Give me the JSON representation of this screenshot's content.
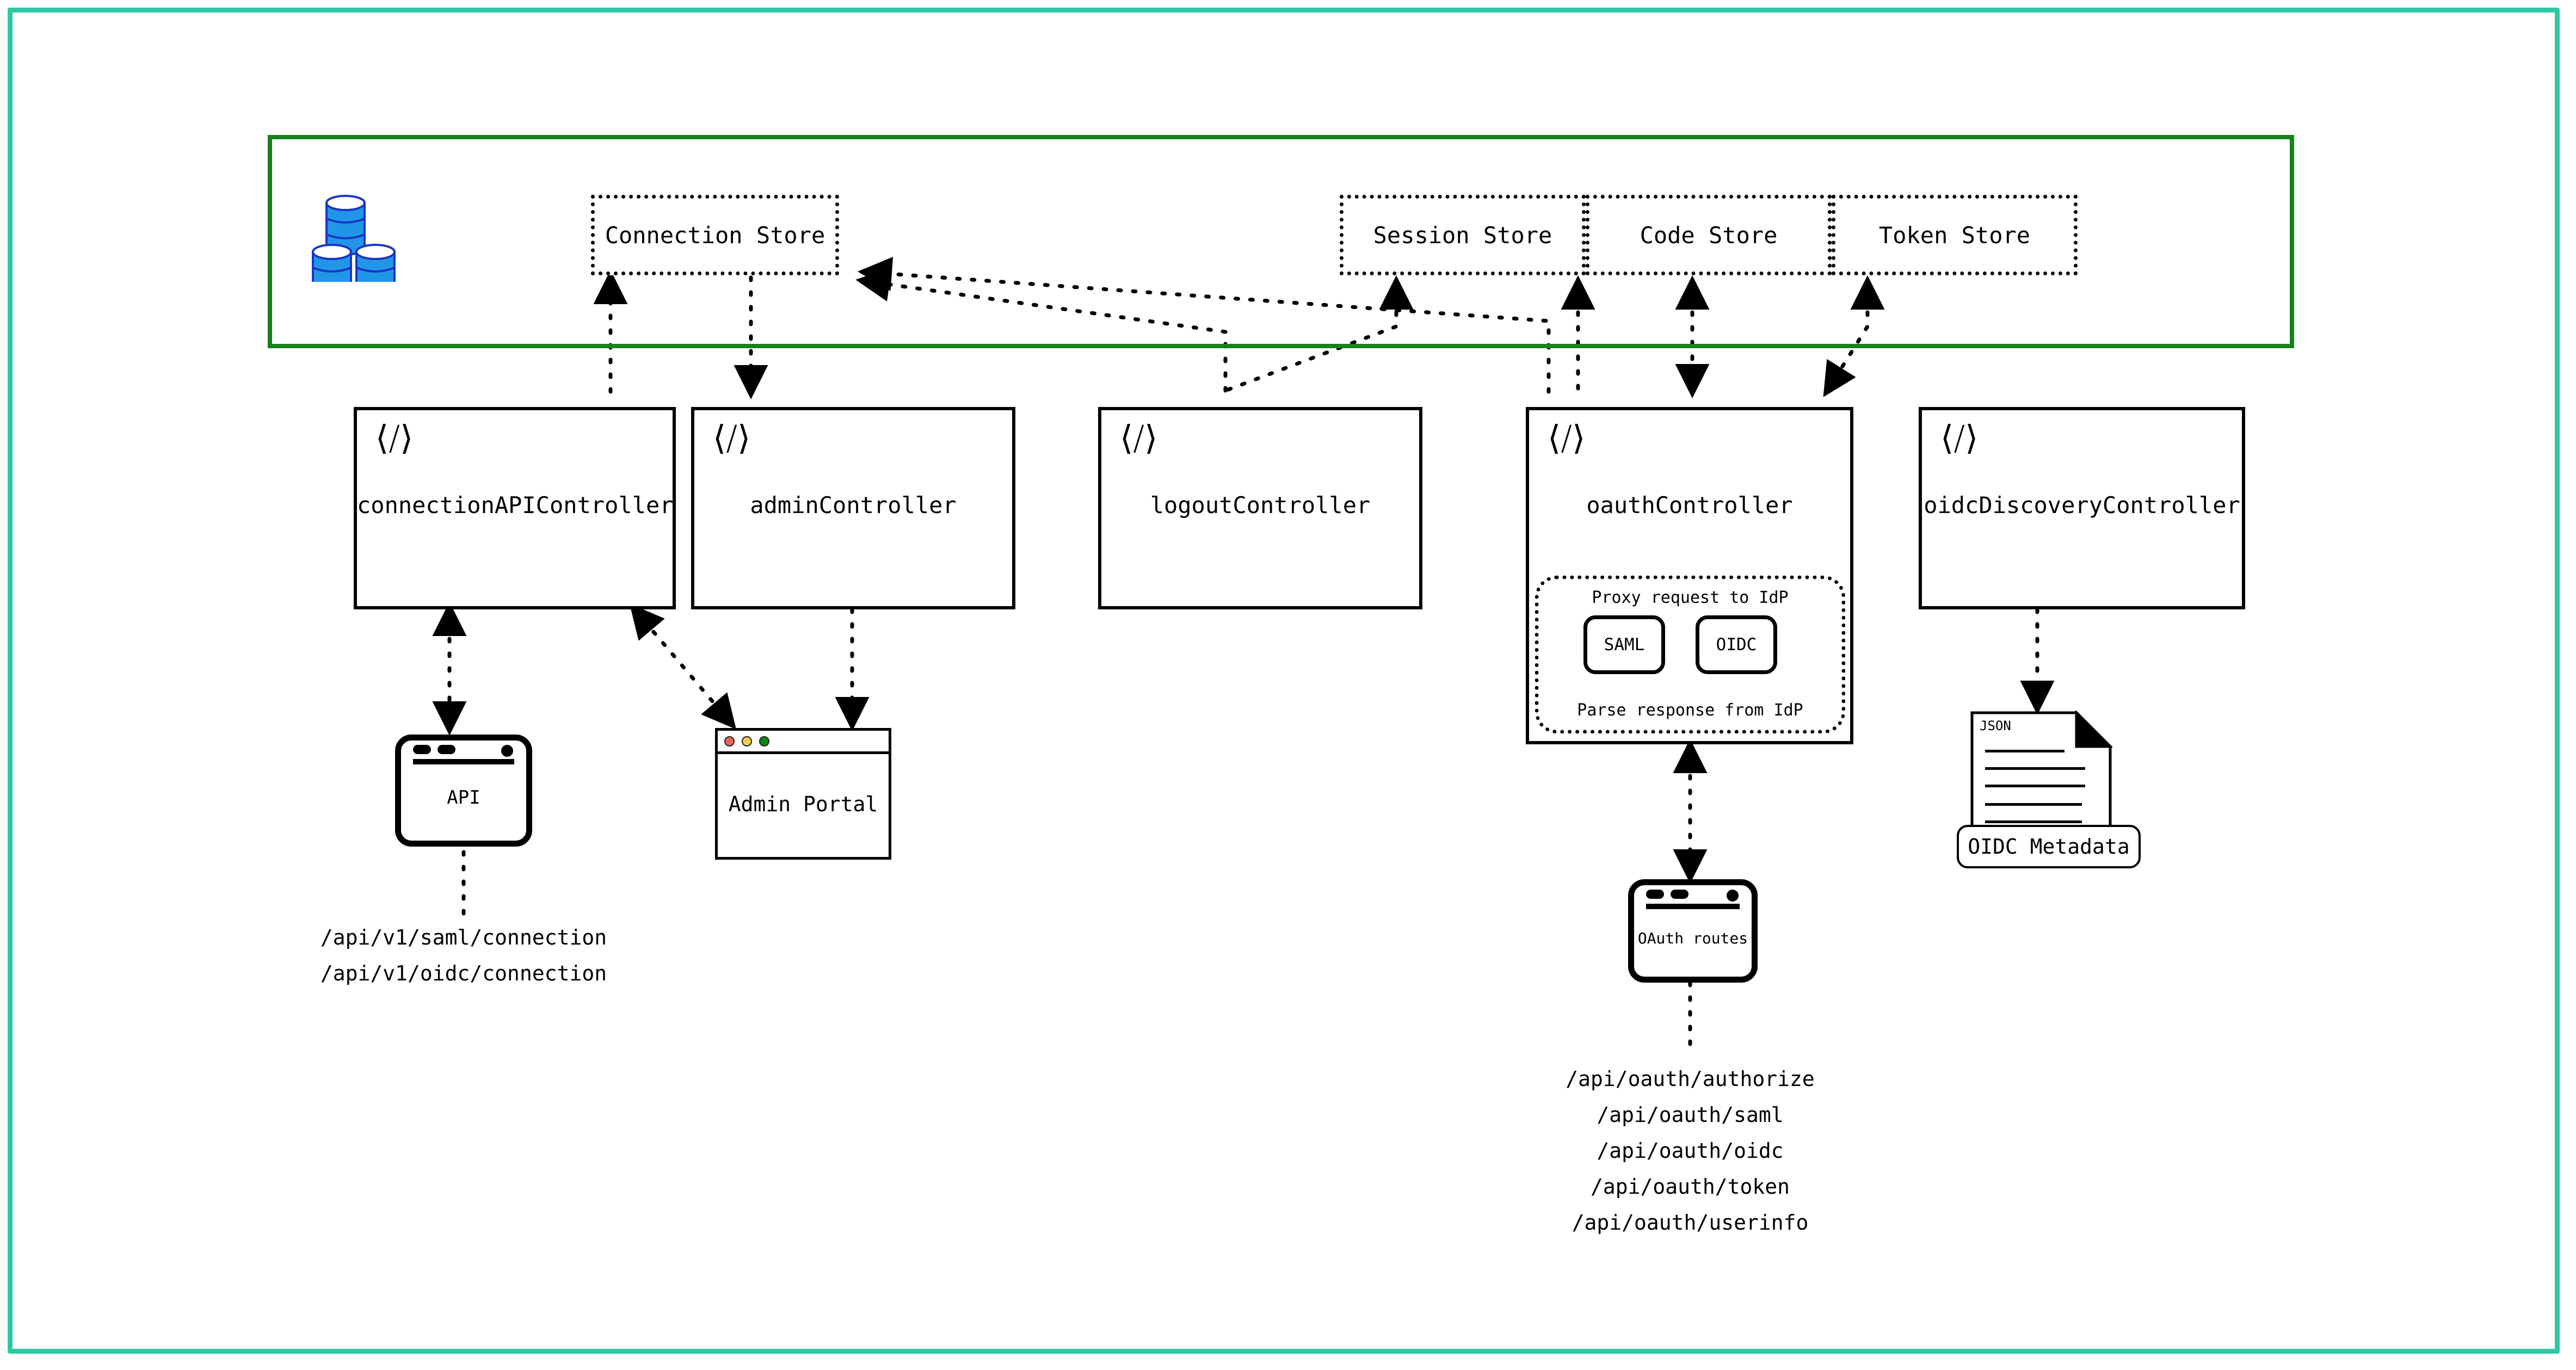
{
  "canvas": {
    "frame_color": "#2ec8a6",
    "store_region_color": "#17821c"
  },
  "store_region": {
    "name": "persistence-layer",
    "db_icon": "database-stack-icon",
    "stores": [
      {
        "label": "Connection Store",
        "id": "connection-store"
      },
      {
        "label": "Session Store",
        "id": "session-store"
      },
      {
        "label": "Code Store",
        "id": "code-store"
      },
      {
        "label": "Token Store",
        "id": "token-store"
      }
    ]
  },
  "controllers": [
    {
      "id": "connection-api-controller",
      "label": "connectionAPIController",
      "icon": "code-icon"
    },
    {
      "id": "admin-controller",
      "label": "adminController",
      "icon": "code-icon"
    },
    {
      "id": "logout-controller",
      "label": "logoutController",
      "icon": "code-icon"
    },
    {
      "id": "oauth-controller",
      "label": "oauthController",
      "icon": "code-icon"
    },
    {
      "id": "oidc-discovery-controller",
      "label": "oidcDiscoveryController",
      "icon": "code-icon"
    }
  ],
  "idp_group": {
    "top_caption": "Proxy request to IdP",
    "bottom_caption": "Parse response from IdP",
    "protocols": [
      {
        "label": "SAML",
        "id": "saml-box"
      },
      {
        "label": "OIDC",
        "id": "oidc-box"
      }
    ]
  },
  "clients": {
    "api": {
      "label": "API",
      "icon": "window-icon"
    },
    "admin_portal": {
      "label": "Admin Portal",
      "icon": "browser-window-icon"
    },
    "oauth_routes": {
      "label": "OAuth routes",
      "icon": "window-icon"
    },
    "oidc_metadata": {
      "label": "OIDC Metadata",
      "doc_label": "JSON",
      "icon": "json-document-icon"
    }
  },
  "endpoints": {
    "connection_api": [
      "/api/v1/saml/connection",
      "/api/v1/oidc/connection"
    ],
    "oauth": [
      "/api/oauth/authorize",
      "/api/oauth/saml",
      "/api/oauth/oidc",
      "/api/oauth/token",
      "/api/oauth/userinfo"
    ]
  }
}
